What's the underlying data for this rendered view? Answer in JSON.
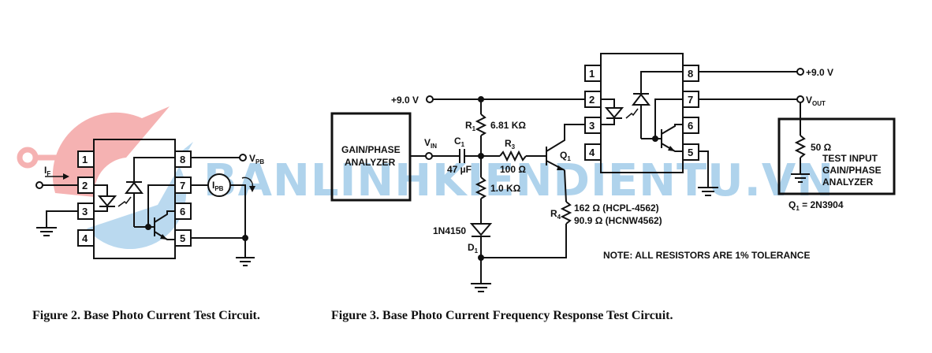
{
  "figure2": {
    "caption": "Figure 2. Base Photo Current Test Circuit.",
    "pins": [
      "1",
      "2",
      "3",
      "4",
      "5",
      "6",
      "7",
      "8"
    ],
    "labels": {
      "if": "I",
      "if_sub": "F",
      "vpb": "V",
      "vpb_sub": "PB",
      "ipb": "I",
      "ipb_sub": "PB"
    }
  },
  "figure3": {
    "caption": "Figure 3. Base Photo Current Frequency Response Test Circuit.",
    "pins": [
      "1",
      "2",
      "3",
      "4",
      "5",
      "6",
      "7",
      "8"
    ],
    "supply_left": "+9.0 V",
    "supply_right": "+9.0 V",
    "analyzer_left": [
      "GAIN/PHASE",
      "ANALYZER"
    ],
    "vin": "V",
    "vin_sub": "IN",
    "vout": "V",
    "vout_sub": "OUT",
    "c1": "C",
    "c1_sub": "1",
    "c1_value": "47 µF",
    "r1": "R",
    "r1_sub": "1",
    "r1_value": "6.81 KΩ",
    "r2_value": "1.0 KΩ",
    "r3": "R",
    "r3_sub": "3",
    "r3_value": "100 Ω",
    "r4": "R",
    "r4_sub": "4",
    "r4_values": [
      "162 Ω (HCPL-4562)",
      "90.9 Ω (HCNW4562)"
    ],
    "q1": "Q",
    "q1_sub": "1",
    "d1": "D",
    "d1_sub": "1",
    "diode_part": "1N4150",
    "load_value": "50 Ω",
    "analyzer_right": [
      "TEST INPUT",
      "GAIN/PHASE",
      "ANALYZER"
    ],
    "q1_part": "Q",
    "q1_part_sub": "1",
    "q1_part_value": " = 2N3904",
    "note": "NOTE: ALL RESISTORS ARE 1% TOLERANCE"
  },
  "watermark": {
    "text": "BANLINHKIENDIENTU.VN",
    "colors": {
      "blue": "#6fb0de",
      "red": "#f08080"
    }
  }
}
